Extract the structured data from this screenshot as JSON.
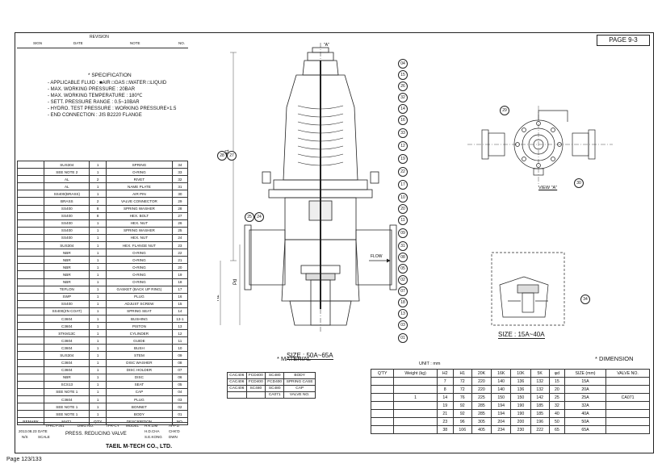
{
  "page_label": "PAGE 9-3",
  "page_footer": "Page 123/133",
  "revision": {
    "title": "REVISION",
    "cols": [
      "NO.",
      "NOTE",
      "DATE",
      "SIGN"
    ]
  },
  "specification": {
    "title": "* SPECIFICATION",
    "lines": [
      "- APPLICABLE FLUID : ■AIR □GAS □WATER □LIQUID",
      "- MAX. WORKING PRESSURE : 20BAR",
      "- MAX. WORKING TEMPERATURE : 180℃",
      "- SETT. PRESSURE RANGE : 0.5~10BAR",
      "- HYDRO. TEST PRESSURE : WORKING PRESSURE×1.5",
      "- END CONNECTION : JIS B2220 FLANGE"
    ]
  },
  "bom": {
    "header": [
      "NO.",
      "DESCRIPTION",
      "Q'TY",
      "MAT'L",
      "REMARK"
    ],
    "rows": [
      [
        "34",
        "SPRING",
        "1",
        "SUS304",
        ""
      ],
      [
        "33",
        "O-RING",
        "1",
        "SEE NOTE 2",
        ""
      ],
      [
        "32",
        "RIVET",
        "2",
        "AL",
        ""
      ],
      [
        "31",
        "NAME PLATE",
        "1",
        "AL",
        ""
      ],
      [
        "30",
        "AIR PIN",
        "1",
        "SS400(BRASS)",
        ""
      ],
      [
        "29",
        "VALVE CONNECTOR",
        "2",
        "BRASS",
        ""
      ],
      [
        "28",
        "SPRING WASHER",
        "8",
        "SS400",
        ""
      ],
      [
        "27",
        "HEX. BOLT",
        "8",
        "SS400",
        ""
      ],
      [
        "26",
        "HEX. NUT",
        "1",
        "SS400",
        ""
      ],
      [
        "25",
        "SPRING WASHER",
        "1",
        "SS400",
        ""
      ],
      [
        "24",
        "HEX. NUT",
        "1",
        "SS400",
        ""
      ],
      [
        "23",
        "HEX. FLANGE NUT",
        "1",
        "SUS304",
        ""
      ],
      [
        "22",
        "O-RING",
        "1",
        "NBR",
        ""
      ],
      [
        "21",
        "O-RING",
        "1",
        "NBR",
        ""
      ],
      [
        "20",
        "O-RING",
        "1",
        "NBR",
        ""
      ],
      [
        "19",
        "O-RING",
        "1",
        "NBR",
        ""
      ],
      [
        "18",
        "O-RING",
        "1",
        "NBR",
        ""
      ],
      [
        "17",
        "GASKET (BACK UP RING)",
        "1",
        "TEFLON",
        ""
      ],
      [
        "16",
        "PLUG",
        "1",
        "SWP",
        ""
      ],
      [
        "15",
        "ADJUST SCREW",
        "1",
        "SS400",
        ""
      ],
      [
        "14",
        "SPRING SEAT",
        "1",
        "SS400(ZN COAT)",
        ""
      ],
      [
        "13-1",
        "BUSHING",
        "1",
        "C3604",
        ""
      ],
      [
        "13",
        "PISTON",
        "1",
        "C3604",
        ""
      ],
      [
        "12",
        "CYLINDER",
        "1",
        "STKM13C",
        ""
      ],
      [
        "11",
        "GUIDE",
        "1",
        "C3604",
        ""
      ],
      [
        "10",
        "BUSH",
        "1",
        "C3604",
        ""
      ],
      [
        "09",
        "STEM",
        "1",
        "SUS304",
        ""
      ],
      [
        "08",
        "DISC WASHER",
        "1",
        "C3604",
        ""
      ],
      [
        "07",
        "DISC HOLDER",
        "1",
        "C3604",
        ""
      ],
      [
        "06",
        "DISC",
        "1",
        "NBR",
        ""
      ],
      [
        "05",
        "SEAT",
        "1",
        "SCS13",
        ""
      ],
      [
        "04",
        "CAP",
        "1",
        "SEE NOTE 1",
        ""
      ],
      [
        "03",
        "PLUG",
        "1",
        "C3604",
        ""
      ],
      [
        "02",
        "BONNET",
        "1",
        "SEE NOTE 1",
        ""
      ],
      [
        "01",
        "BODY",
        "1",
        "SEE NOTE 1",
        ""
      ]
    ]
  },
  "title_block": {
    "company": "TAEIL M-TECH CO., LTD.",
    "title": "PRESS. REDUCING VALVE",
    "model_label": "MODEL",
    "model": "TPR-CY",
    "dwg_no_label": "DWG NO.",
    "dwg_no": "TPRCY-J01",
    "scale_label": "SCALE",
    "scale": "N/S",
    "date_label": "DATE",
    "date": "2013.08.23",
    "approved": "APP'D",
    "checked": "CHK'D",
    "drawn": "DWN",
    "approver": "H.K.LIM",
    "checker": "H.D.CHA",
    "drawer": "S.E.KONG"
  },
  "views": {
    "main_size": "SIZE : 50A~65A",
    "small_size": "SIZE : 15A~40A",
    "view_a": "VIEW \"A\"",
    "arrow_a": "\"A\"",
    "flow": "FLOW",
    "h1": "H1",
    "h2": "H2",
    "pd": "Pd"
  },
  "material": {
    "title": "* MATERIAL",
    "rows": [
      [
        "BODY",
        "SC480",
        "FCD400",
        "CAC406"
      ],
      [
        "SPRING CASE",
        "FCD400",
        "FCD400",
        "CAC406"
      ],
      [
        "CAP",
        "SC480",
        "SC480",
        "CAC406"
      ],
      [
        "VALVE NO.",
        "CA071",
        "",
        ""
      ]
    ]
  },
  "dimension": {
    "title": "* DIMENSION",
    "unit": "UNIT : mm",
    "header": [
      "VALVE NO.",
      "SIZE (mm)",
      "φd",
      "5K",
      "10K",
      "16K",
      "20K",
      "H1",
      "H2",
      "Weight (kg)",
      "Q'TY"
    ],
    "rows": [
      [
        "",
        "15A",
        "15",
        "132",
        "136",
        "140",
        "220",
        "72",
        "7",
        ""
      ],
      [
        "",
        "20A",
        "20",
        "132",
        "136",
        "140",
        "220",
        "72",
        "8",
        ""
      ],
      [
        "CA071",
        "25A",
        "25",
        "142",
        "150",
        "150",
        "225",
        "76",
        "14",
        "1"
      ],
      [
        "",
        "32A",
        "32",
        "185",
        "190",
        "194",
        "285",
        "92",
        "19",
        ""
      ],
      [
        "",
        "40A",
        "40",
        "185",
        "190",
        "194",
        "285",
        "92",
        "21",
        ""
      ],
      [
        "",
        "50A",
        "50",
        "196",
        "200",
        "204",
        "305",
        "96",
        "23",
        ""
      ],
      [
        "",
        "65A",
        "65",
        "222",
        "230",
        "234",
        "405",
        "106",
        "38",
        ""
      ]
    ]
  },
  "balloons_main": [
    "04",
    "15",
    "26",
    "32",
    "14",
    "16",
    "33",
    "12",
    "19",
    "22",
    "17",
    "10",
    "20",
    "11",
    "09",
    "31",
    "08",
    "05",
    "02",
    "07",
    "18",
    "13",
    "03",
    "01"
  ],
  "balloons_left": [
    "27",
    "28",
    "24",
    "25",
    "34",
    "29",
    "30"
  ]
}
